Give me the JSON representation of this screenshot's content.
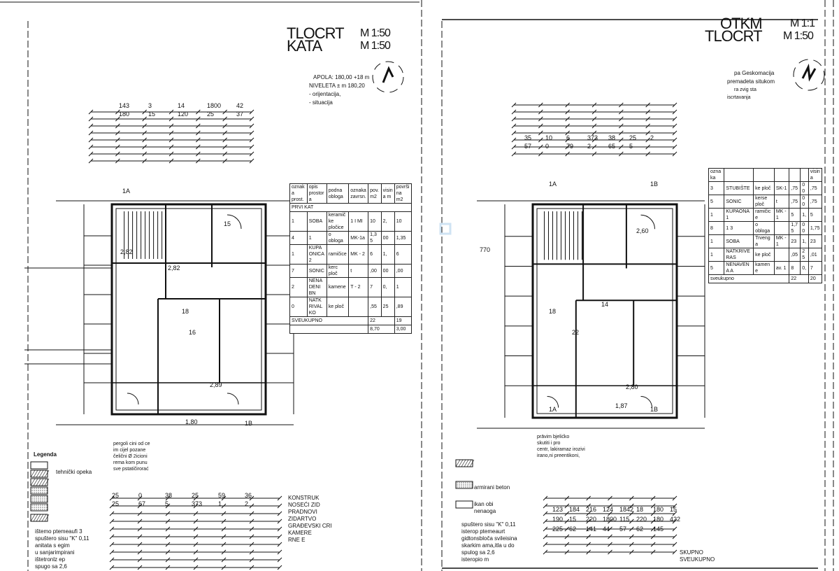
{
  "sheets": [
    {
      "title_top": "TLOCRT",
      "title_bottom": "KATA",
      "scale_top": "M 1:50",
      "scale_bottom": "M 1:50",
      "notes": [
        "APOLA: 180,00 +18 m",
        "NIVELETA ± m 180,20",
        "- orijentacija,",
        "- situacija"
      ],
      "room_table": {
        "headers": [
          "oznaka prost.",
          "opis prostora",
          "podna obloga",
          "oznaka zavrsn.",
          "pov. m2",
          "visina m",
          "površina m2"
        ],
        "section": "PRVI KAT",
        "rows": [
          [
            "1",
            "SOBA",
            "keramičke pločice",
            "1 I MI",
            "10",
            "2,",
            "10"
          ],
          [
            "4",
            "1",
            "o obloga",
            "MK-1a",
            "1,35",
            "00",
            "1,35"
          ],
          [
            "1",
            "KUPAONICA 2",
            "ramičice",
            "MK - 2",
            "6",
            "1,",
            "6"
          ],
          [
            "7",
            "SONIC",
            "kerc ploč",
            "t",
            ",00",
            "00",
            ",00"
          ],
          [
            "2",
            "NENADENI BN",
            "kamene",
            "T - 2",
            "7",
            "0,",
            "1"
          ],
          [
            "0",
            "NATKRIVALKO",
            "ke ploč",
            "",
            ",55",
            "25",
            ",89"
          ]
        ],
        "total_label": "SVEUKUPNO",
        "total_values": [
          "22",
          "19"
        ],
        "total_values_2": [
          "8,70",
          "3,00"
        ]
      },
      "dims_top": [
        "143",
        "3",
        "14",
        "1800",
        "42",
        "180",
        "15",
        "120",
        "25",
        "37"
      ],
      "dims_bottom": [
        "25",
        "0",
        "38",
        "25",
        "59",
        "36",
        "25",
        "67",
        "5",
        "373",
        "1",
        "2"
      ],
      "plan_labels": [
        "2,82",
        "2,82",
        "2,89",
        "1,80",
        "1A",
        "1B",
        "18",
        "15",
        "16"
      ],
      "legend_title": "Legenda",
      "legend_items": [
        "tehnički opeka",
        "",
        "",
        "",
        ""
      ],
      "footer_notes": [
        "pergoli cini od ce",
        "im cijel pozane",
        "čelični Ø 2icioni",
        "rema kom punu",
        "sve pstatičirorać"
      ],
      "bottom_notes": [
        "ištemo ptemeaufi 3",
        "spuštero sisu \"K\" 0,11",
        "anitata s egim",
        "u sanjarimpirani",
        "ištetronlz ep",
        "spugo sa 2,6"
      ],
      "right_labels": [
        "KONSTRUK",
        "NOSEĆI ZID",
        "PRADNOVI",
        "ZIDARTVO",
        "GRAĐEVSKI CRI",
        "KAMERE",
        "RNE E"
      ]
    },
    {
      "title_top": "OTKM",
      "title_bottom": "TLOCRT",
      "scale_top": "M 1:1",
      "scale_bottom": "M 1:50",
      "notes": [
        "pa Geskomacija",
        "premadeta situkom",
        "ra zvig sta",
        "iscrtavanja"
      ],
      "room_table": {
        "headers": [
          "oznaka",
          "",
          "",
          "",
          "",
          "",
          "visina"
        ],
        "rows": [
          [
            "3",
            "STUBIŠTE",
            "ke ploč",
            "SK-1",
            ",75",
            "00",
            ",75"
          ],
          [
            "5",
            "SONIC",
            "kerse ploč",
            "t",
            ",75",
            "00",
            ",75"
          ],
          [
            "1",
            "KUPAONA 1",
            "ramičice",
            "MK - 1",
            "5",
            "1,",
            "5"
          ],
          [
            "8",
            "1 3",
            "o obloga",
            "",
            "1,75",
            "00",
            "1,75"
          ],
          [
            "1",
            "SOBA",
            "Trvenga",
            "MK - 1",
            "23",
            "1,",
            "23"
          ],
          [
            "1",
            "NATKRIVERAS",
            "ke ploč",
            "",
            ",05",
            "25",
            ",01"
          ],
          [
            "5",
            "NENAVENA A",
            "kamene",
            "av. 1",
            "8",
            "0,",
            "7"
          ]
        ],
        "total_label": "sveukupno",
        "total_values": [
          "22",
          "20"
        ]
      },
      "dims_top": [
        "35",
        "10",
        "6",
        "373",
        "38",
        "25",
        "2",
        "57",
        "0",
        "79",
        "2",
        "65",
        "5"
      ],
      "dims_bottom": [
        "123",
        "184",
        "216",
        "124",
        "1842",
        "18",
        "180",
        "15",
        "190",
        "15",
        "220",
        "1800",
        "115",
        "220",
        "180",
        "422",
        "225",
        "62",
        "141",
        "44",
        "57",
        "62",
        "145"
      ],
      "plan_labels": [
        "1A",
        "1B",
        "770",
        "2,80",
        "1,87",
        "18",
        "22",
        "14",
        "2,60",
        "1A",
        "1B"
      ],
      "legend_items": [
        "armirani beton",
        "",
        "ikan obi nenaoga"
      ],
      "footer_notes": [
        "prāvim bjelićko",
        "skutiti i pro",
        "centr, lakiramaz irozivi",
        "irano,ni preentikoni,"
      ],
      "bottom_notes": [
        "spuštero sisu \"K\" 0,11",
        "isterop ptemeaurt",
        "gidtonsbloča svileisina",
        "skarkim ama,itla u do",
        "spulog sa 2,6",
        "isteropio m"
      ],
      "right_labels": [
        "SKUPNO",
        "SVEUKUPNO"
      ]
    }
  ],
  "colors": {
    "ink": "#111111",
    "light_blue": "#cfe3f3"
  }
}
